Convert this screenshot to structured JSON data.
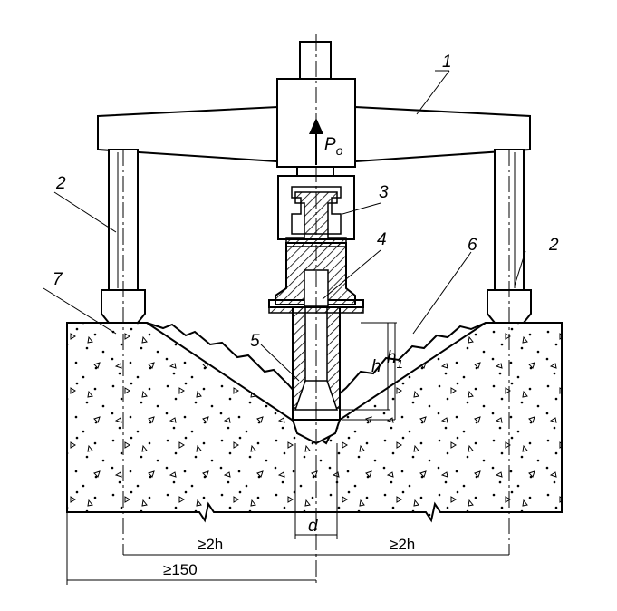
{
  "labels": {
    "n1": "1",
    "n2_left": "2",
    "n2_right": "2",
    "n3": "3",
    "n4": "4",
    "n5": "5",
    "n6": "6",
    "n7": "7"
  },
  "force": {
    "symbol": "P",
    "subscript": "o"
  },
  "dims": {
    "h": "h",
    "h1_main": "h",
    "h1_sub": "1",
    "d": "d",
    "left_2h": "≥2h",
    "right_2h": "≥2h",
    "edge_150": "≥150"
  },
  "colors": {
    "stroke": "#000000",
    "background": "#ffffff"
  }
}
